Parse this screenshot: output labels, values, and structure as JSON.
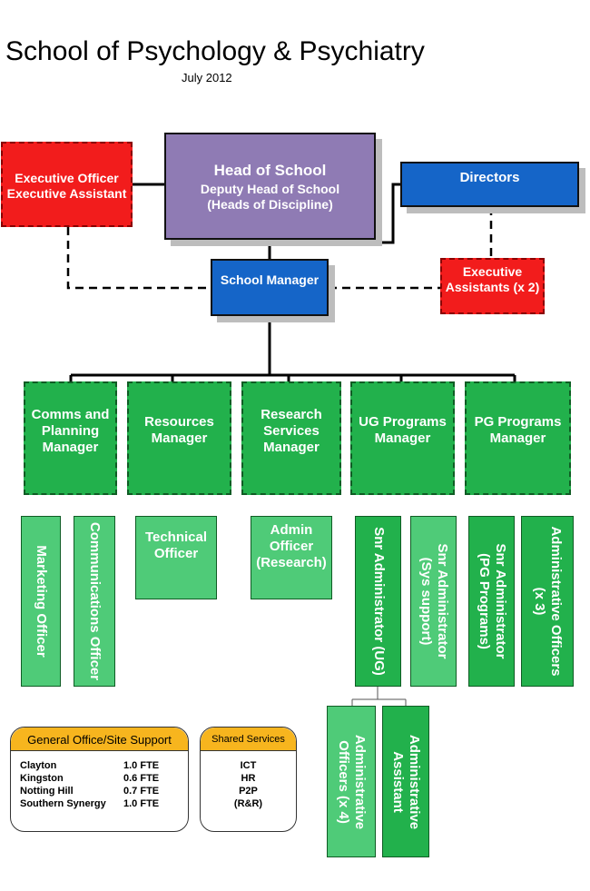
{
  "title": "School of Psychology & Psychiatry",
  "date": "July 2012",
  "head": {
    "line1": "Head of School",
    "line2": "Deputy Head of School",
    "line3": "(Heads of Discipline)"
  },
  "executive_officer": {
    "line1": "Executive Officer",
    "line2": "Executive Assistant"
  },
  "directors": "Directors",
  "executive_assistants": {
    "line1": "Executive",
    "line2": "Assistants (x 2)"
  },
  "school_manager": "School Manager",
  "managers": [
    {
      "label": "Comms and Planning Manager"
    },
    {
      "label": "Resources Manager"
    },
    {
      "label": "Research Services Manager"
    },
    {
      "label": "UG Programs Manager"
    },
    {
      "label": "PG Programs Manager"
    }
  ],
  "staff": {
    "marketing": "Marketing Officer",
    "communications": "Communications Officer",
    "technical": "Technical Officer",
    "admin_research": "Admin Officer (Research)",
    "snr_admin_ug": "Snr Administrator (UG)",
    "snr_admin_sys": {
      "line1": "Snr Administrator",
      "line2": "(Sys support)"
    },
    "snr_admin_pg": {
      "line1": "Snr Administrator",
      "line2": "(PG Programs)"
    },
    "admin_officers_pg": {
      "line1": "Administrative Officers",
      "line2": "(x 3)"
    },
    "admin_officers_ug": {
      "line1": "Administrative",
      "line2": "Officers (x 4)"
    },
    "admin_assistant": {
      "line1": "Administrative",
      "line2": "Assistant"
    }
  },
  "general_office": {
    "title": "General Office/Site Support",
    "rows": [
      {
        "site": "Clayton",
        "fte": "1.0 FTE"
      },
      {
        "site": "Kingston",
        "fte": "0.6 FTE"
      },
      {
        "site": "Notting Hill",
        "fte": "0.7 FTE"
      },
      {
        "site": "Southern Synergy",
        "fte": "1.0 FTE"
      }
    ]
  },
  "shared_services": {
    "title": "Shared Services",
    "items": [
      "ICT",
      "HR",
      "P2P",
      "(R&R)"
    ]
  },
  "colors": {
    "head": "#8f7bb4",
    "blue": "#1565c8",
    "red": "#f21c1c",
    "green": "#22b14c",
    "light_green": "#4fcb78",
    "panel_header": "#f7b51e"
  }
}
